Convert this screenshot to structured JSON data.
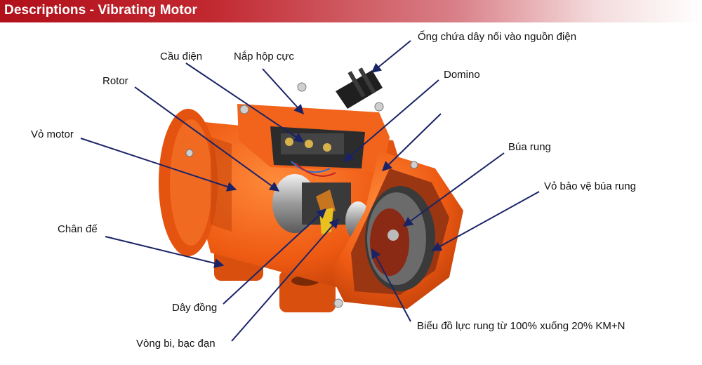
{
  "header": {
    "title": "Descriptions - Vibrating Motor"
  },
  "labels": {
    "cable_conduit": "Ống chứa dây nối vào nguồn điện",
    "bridge": "Cầu điện",
    "terminal_cover": "Nắp hộp cực",
    "domino": "Domino",
    "rotor": "Rotor",
    "motor_housing": "Vỏ motor",
    "vibration_hammer": "Búa rung",
    "hammer_guard": "Vỏ bảo vệ búa rung",
    "base_foot": "Chân đế",
    "copper_wire": "Dây đồng",
    "bearing": "Vòng bi, bạc đạn",
    "force_chart": "Biểu đồ lực rung từ 100% xuống 20% KM+N"
  },
  "colors": {
    "header_start": "#b0101a",
    "motor_orange": "#ee5a12",
    "arrow": "#1a2366"
  }
}
